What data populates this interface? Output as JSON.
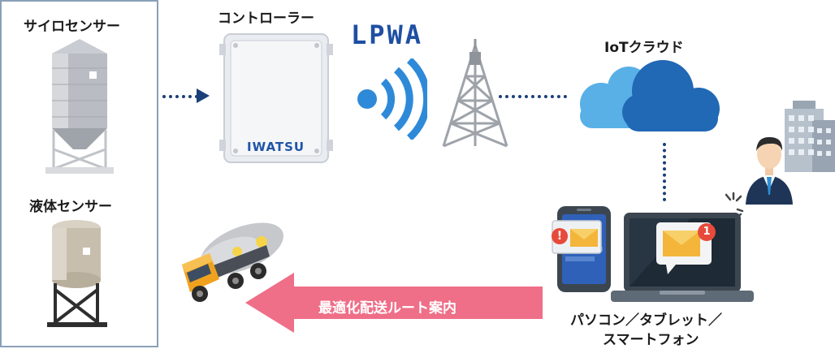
{
  "labels": {
    "silo_sensor": "サイロセンサー",
    "liquid_sensor": "液体センサー",
    "controller": "コントローラー",
    "controller_brand": "IWATSU",
    "lpwa": "LPWA",
    "iot_cloud": "IoTクラウド",
    "devices_line1": "パソコン／タブレット／",
    "devices_line2": "スマートフォン",
    "route": "最適化配送ルート案内"
  },
  "badges": {
    "tablet_alert": "!",
    "laptop_notification": "1"
  },
  "colors": {
    "dotted_line": "#1b3f7a",
    "signal_blue": "#2e8ad8",
    "cloud_dark": "#2168b5",
    "cloud_light": "#58b0e6",
    "route_arrow": "#ef6e88",
    "truck_orange": "#f0a21e"
  }
}
